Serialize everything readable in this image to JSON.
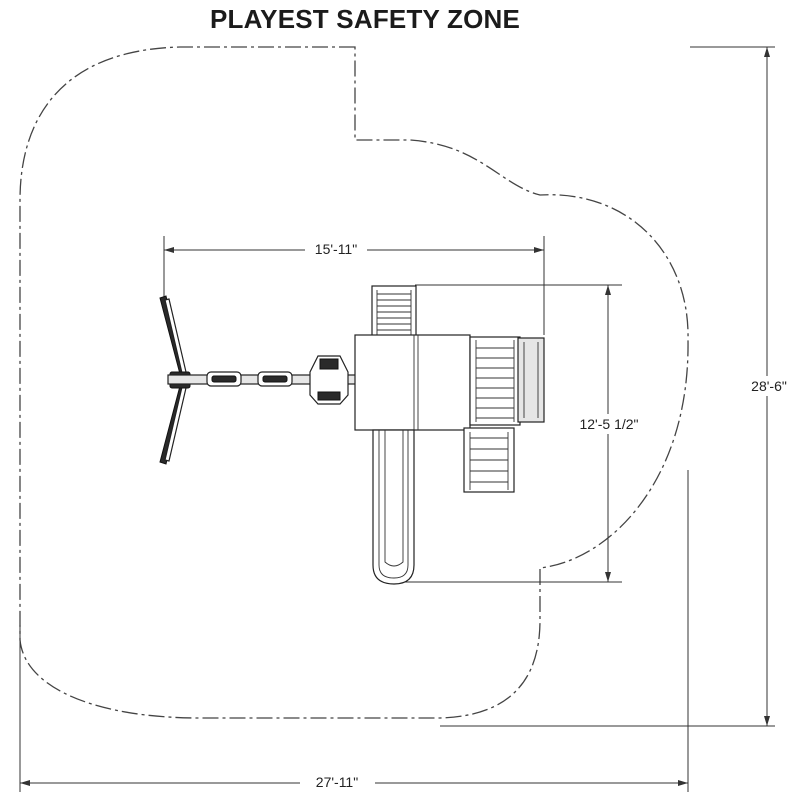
{
  "title": "PLAYEST SAFETY ZONE",
  "dimensions": {
    "structure_width": "15'-11\"",
    "structure_depth": "12'-5 1/2\"",
    "zone_depth": "28'-6\"",
    "zone_width": "27'-11\""
  },
  "colors": {
    "line": "#222222",
    "background": "#ffffff"
  }
}
